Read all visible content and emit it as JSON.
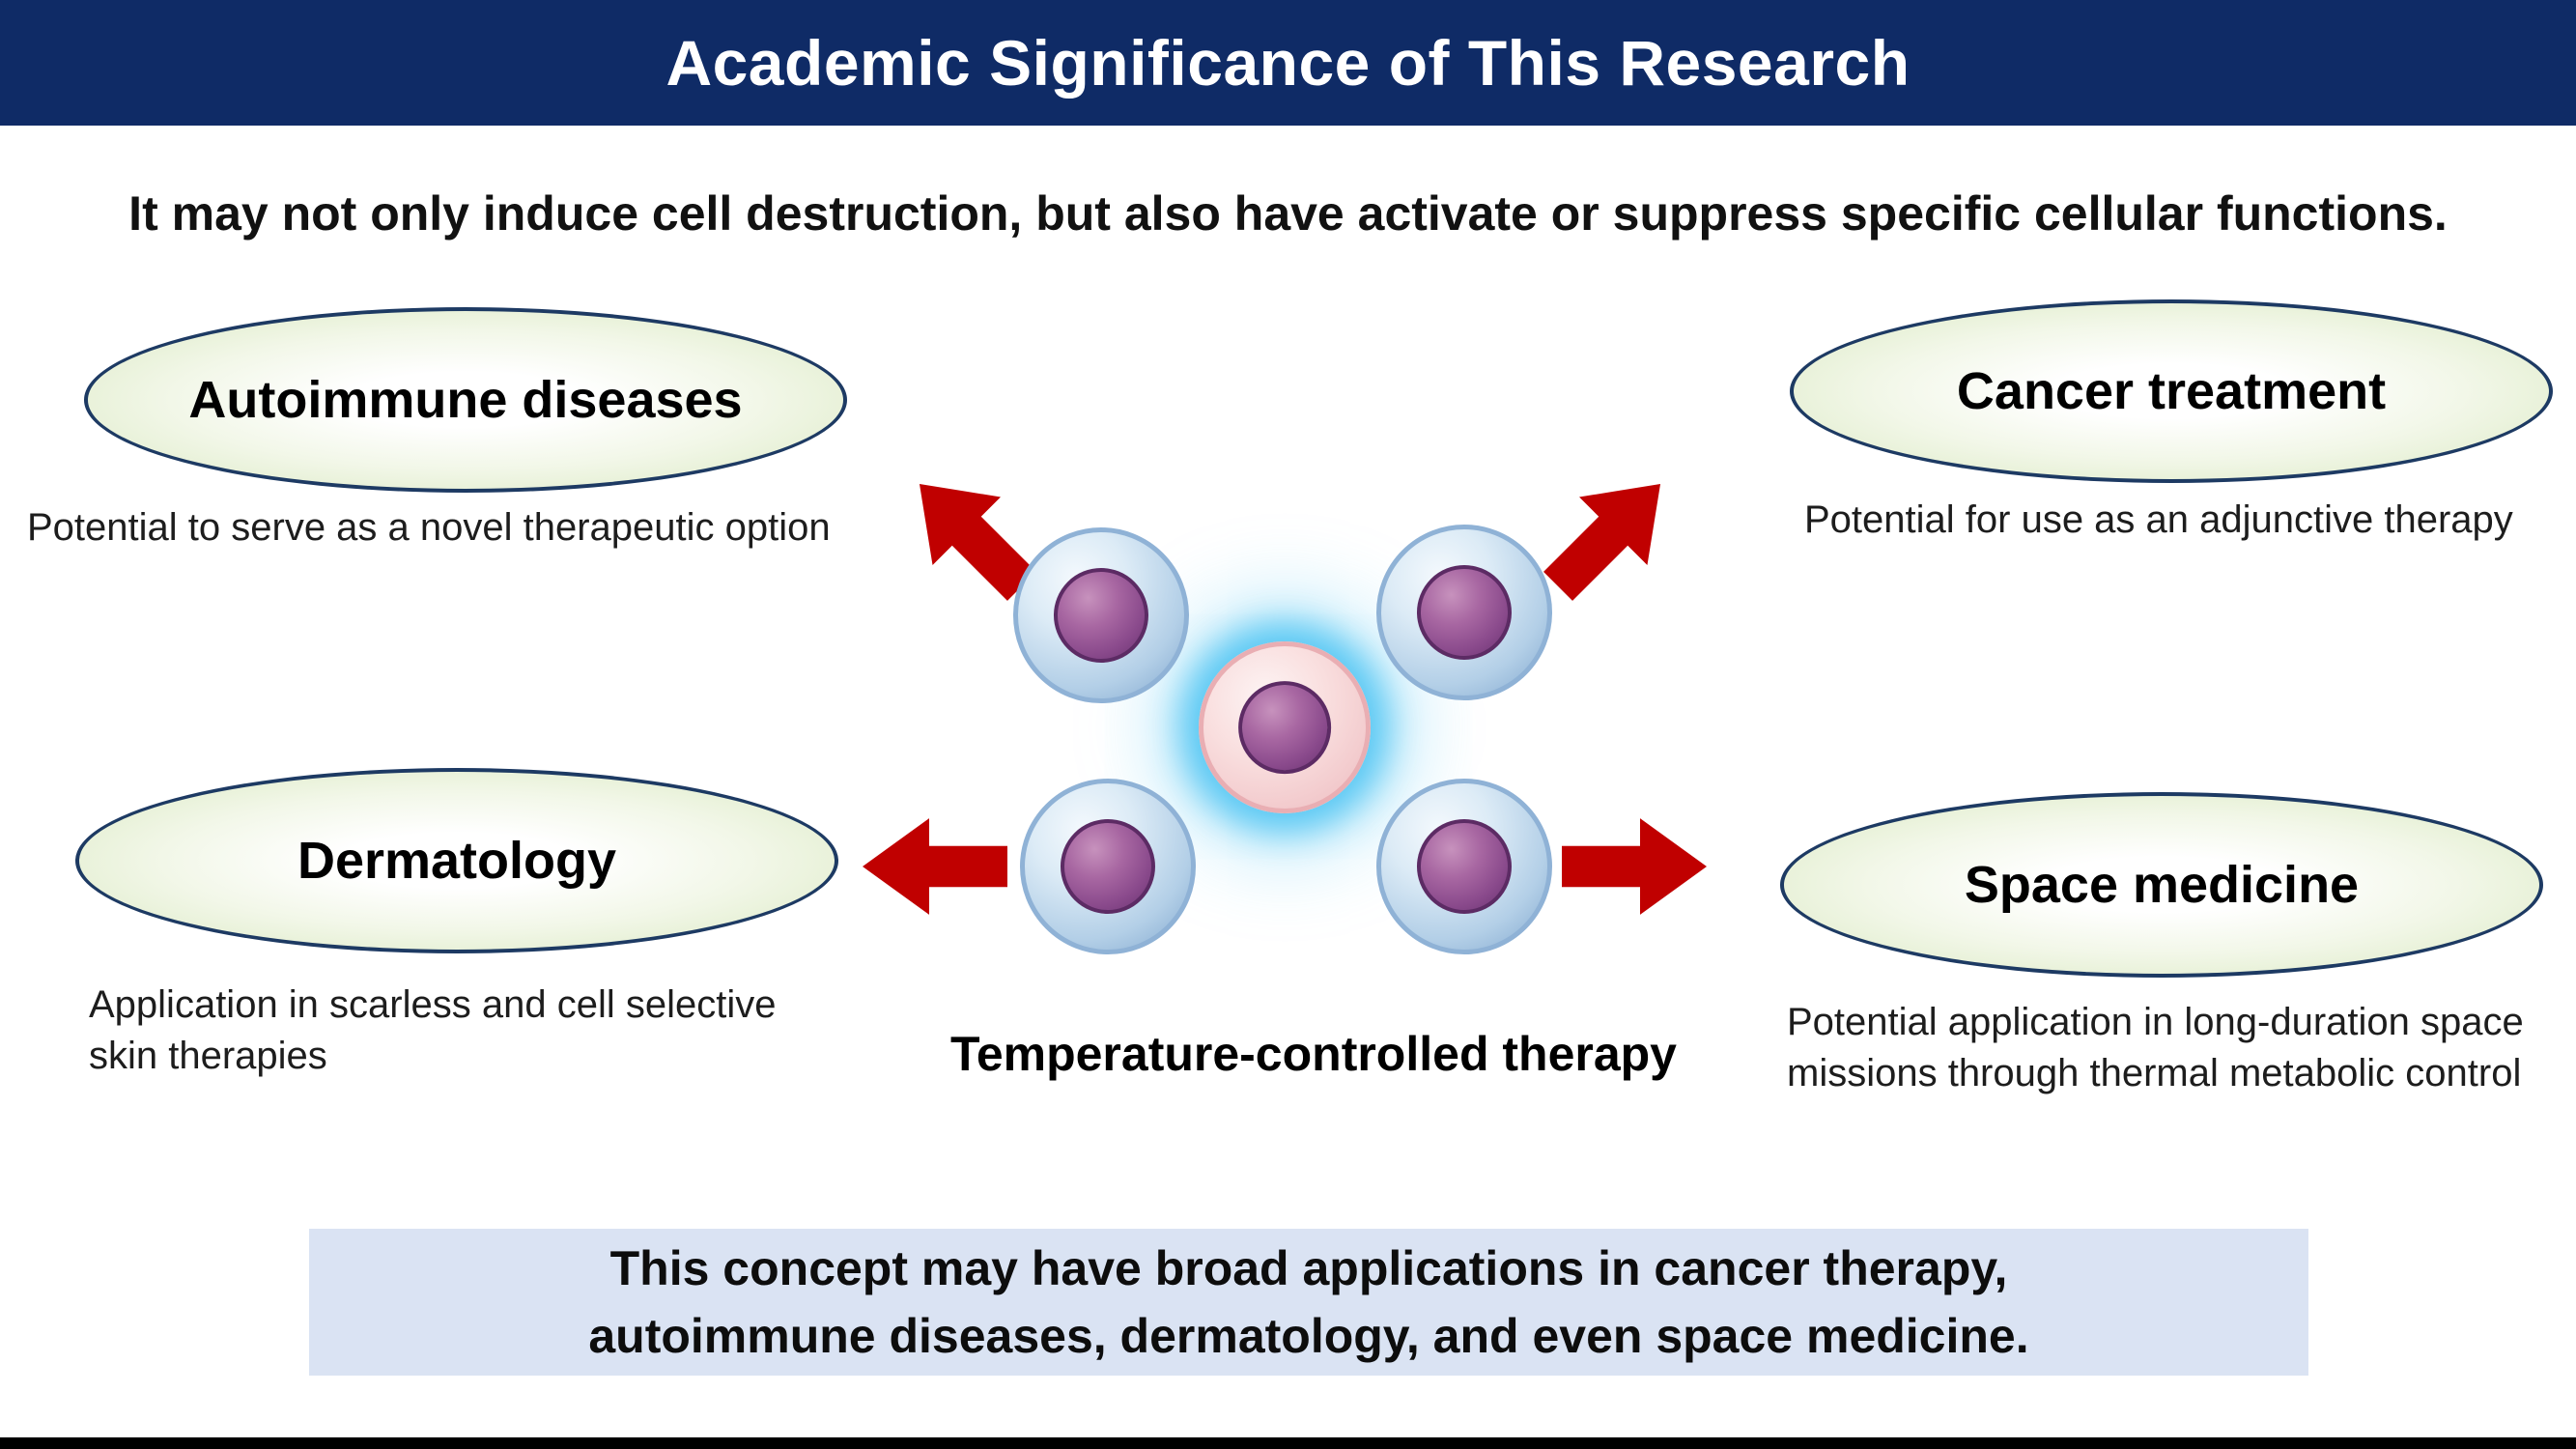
{
  "header": {
    "title": "Academic Significance of This Research"
  },
  "subtitle": "It may not only induce cell destruction, but also have activate or suppress specific cellular functions.",
  "nodes": {
    "autoimmune": {
      "label": "Autoimmune diseases",
      "caption": "Potential to serve as a novel therapeutic option"
    },
    "cancer": {
      "label": "Cancer treatment",
      "caption": "Potential for use as an adjunctive therapy"
    },
    "dermatology": {
      "label": "Dermatology",
      "caption": "Application in scarless and cell selective\nskin therapies"
    },
    "space": {
      "label": "Space medicine",
      "caption": "Potential application in long-duration space\nmissions through thermal metabolic control"
    }
  },
  "center": {
    "label": "Temperature-controlled therapy"
  },
  "footer": {
    "text": "This concept may have broad applications in cancer therapy,\nautoimmune diseases, dermatology, and even space medicine."
  },
  "colors": {
    "header_bg": "#0f2b66",
    "ellipse_border": "#1d3a63",
    "ellipse_fill": "#e4efd2",
    "arrow_red": "#c00000",
    "footer_bg": "#dae3f3",
    "cell_glow_cyan": "#48c2f2",
    "nucleus_purple": "#8a4a8c",
    "blue_cell": "#b3cfe7",
    "pink_cell": "#f9dede"
  }
}
